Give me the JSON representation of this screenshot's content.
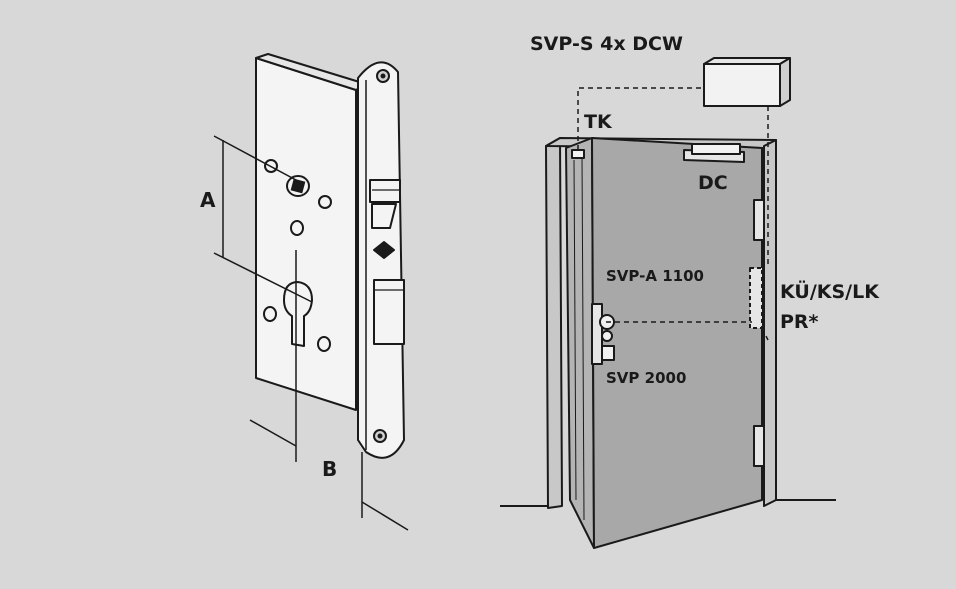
{
  "background_color": "#d8d8d8",
  "line_color": "#1a1a1a",
  "lock_figure": {
    "label_a": "A",
    "label_b": "B"
  },
  "door_figure": {
    "controller_label": "SVP-S 4x DCW",
    "frame_contact_label": "TK",
    "door_closer_label": "DC",
    "motor_lock_label": "SVP-A 1100",
    "lock_label": "SVP 2000",
    "cable_transfer_label": "KÜ/KS/LK",
    "pr_label": "PR*"
  }
}
